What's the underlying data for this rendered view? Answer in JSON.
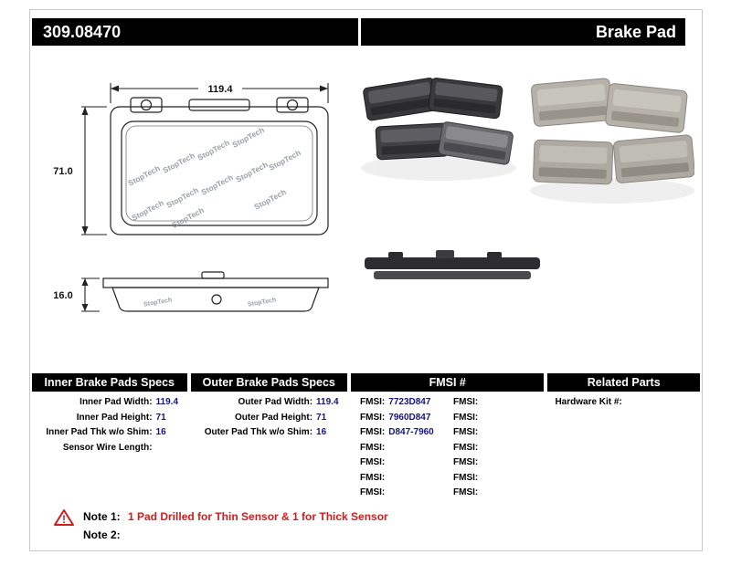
{
  "header": {
    "part_number": "309.08470",
    "product_type": "Brake Pad"
  },
  "diagram": {
    "width_dim": "119.4",
    "height_dim": "71.0",
    "thickness_dim": "16.0",
    "brand_watermark": "StopTech"
  },
  "spec_tables": {
    "inner": {
      "title": "Inner Brake Pads Specs",
      "rows": [
        {
          "label": "Inner Pad Width:",
          "value": "119.4"
        },
        {
          "label": "Inner Pad Height:",
          "value": "71"
        },
        {
          "label": "Inner Pad Thk w/o Shim:",
          "value": "16"
        },
        {
          "label": "Sensor Wire Length:",
          "value": ""
        }
      ]
    },
    "outer": {
      "title": "Outer Brake Pads Specs",
      "rows": [
        {
          "label": "Outer Pad Width:",
          "value": "119.4"
        },
        {
          "label": "Outer Pad Height:",
          "value": "71"
        },
        {
          "label": "Outer Pad Thk w/o Shim:",
          "value": "16"
        }
      ]
    },
    "fmsi": {
      "title": "FMSI #",
      "rows": [
        {
          "l_label": "FMSI:",
          "l_value": "7723D847",
          "r_label": "FMSI:",
          "r_value": ""
        },
        {
          "l_label": "FMSI:",
          "l_value": "7960D847",
          "r_label": "FMSI:",
          "r_value": ""
        },
        {
          "l_label": "FMSI:",
          "l_value": "D847-7960",
          "r_label": "FMSI:",
          "r_value": ""
        },
        {
          "l_label": "FMSI:",
          "l_value": "",
          "r_label": "FMSI:",
          "r_value": ""
        },
        {
          "l_label": "FMSI:",
          "l_value": "",
          "r_label": "FMSI:",
          "r_value": ""
        },
        {
          "l_label": "FMSI:",
          "l_value": "",
          "r_label": "FMSI:",
          "r_value": ""
        },
        {
          "l_label": "FMSI:",
          "l_value": "",
          "r_label": "FMSI:",
          "r_value": ""
        }
      ]
    },
    "related": {
      "title": "Related Parts",
      "rows": [
        {
          "label": "Hardware Kit #:",
          "value": ""
        }
      ]
    }
  },
  "notes": {
    "note1_label": "Note 1:",
    "note1_text": "1 Pad Drilled for Thin Sensor & 1 for Thick Sensor",
    "note2_label": "Note 2:",
    "note2_text": ""
  },
  "colors": {
    "header_bg": "#000000",
    "value_text": "#15157d",
    "note_red": "#cc1f1f"
  }
}
